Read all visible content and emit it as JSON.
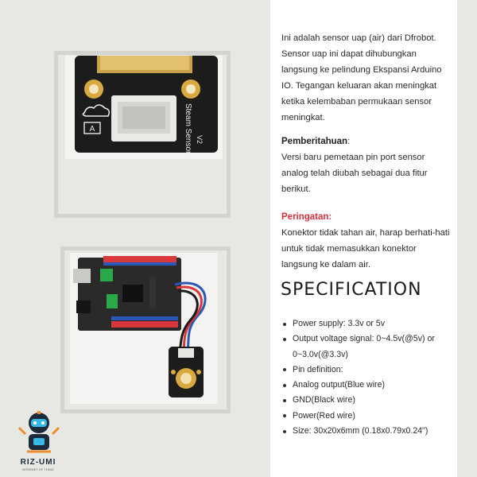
{
  "description": {
    "intro": "Ini adalah sensor uap (air) dari Dfrobot. Sensor uap ini dapat dihubungkan langsung ke pelindung Ekspansi Arduino IO. Tegangan keluaran akan meningkat ketika kelembaban permukaan sensor meningkat.",
    "notice_heading": "Pemberitahuan",
    "notice_colon": ":",
    "notice_text": "Versi baru pemetaan pin port sensor analog telah diubah sebagai dua fitur berikut.",
    "warning_heading": "Peringatan:",
    "warning_text": "Konektor tidak tahan air, harap berhati-hati untuk tidak memasukkan konektor langsung ke dalam air."
  },
  "specification": {
    "title": "SPECIFICATION",
    "items": [
      "Power supply: 3.3v or 5v",
      "Output voltage signal: 0~4.5v(@5v) or 0~3.0v(@3.3v)",
      "Pin definition:",
      "Analog output(Blue wire)",
      "GND(Black wire)",
      "Power(Red wire)",
      "Size: 30x20x6mm (0.18x0.79x0.24\")"
    ]
  },
  "board": {
    "silk_letter": "A",
    "silk_version": "V2",
    "silk_name": "Steam Sensor"
  },
  "logo": {
    "name": "RIZ-UMI",
    "tagline": "INTERNET OF THING"
  },
  "colors": {
    "warning": "#d6303c",
    "pcb": "#1c1c1c",
    "gold": "#e0b24a",
    "background": "#e7e8e4"
  }
}
